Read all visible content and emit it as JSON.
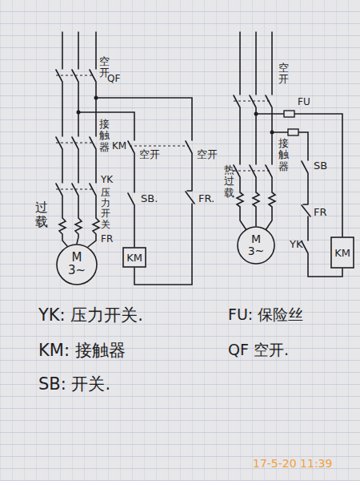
{
  "diagram": {
    "nodes": [
      {
        "text": [
          "M 3~"
        ]
      },
      {
        "text": [
          "KM"
        ]
      },
      {
        "text": [
          "M 3~"
        ]
      },
      {
        "text": [
          "KM"
        ]
      }
    ],
    "labels": [
      "空开",
      "QF",
      "接触器",
      "KM",
      "YK",
      "压力开关",
      "FR",
      "过载",
      "空开",
      "空开",
      "SB.",
      "FR.",
      "空开",
      "FU",
      "接触器",
      "SB",
      "FR",
      "YK",
      "热过载",
      "YK: 压力开关.",
      "KM: 接触器",
      "SB: 开关.",
      "FU: 保险丝",
      "QF 空开.",
      "17-5-20 11:39"
    ]
  }
}
